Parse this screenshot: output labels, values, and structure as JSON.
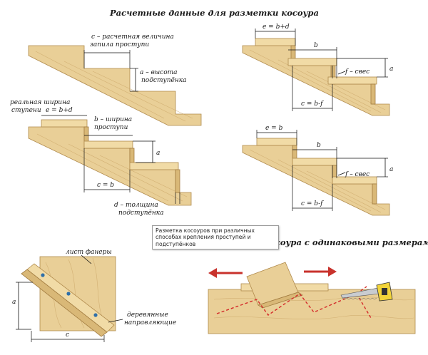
{
  "title_top": "Расчетные данные для разметки косоура",
  "title_bottom": "Разметка по шаблону косоура с одинаковыми размерами ступеней",
  "tooltip": "Разметка косоуров при различных способах крепления проступей и подступёнков",
  "fig1": {
    "c_label_1": "c – расчетная величина",
    "c_label_2": "запила проступи",
    "a_label_1": "a – высота",
    "a_label_2": "подступёнка"
  },
  "fig2": {
    "width_label_1": "реальная ширина",
    "width_label_2": "ступени",
    "e_formula": "e = b+d",
    "b_label_1": "b – ширина",
    "b_label_2": "проступи",
    "a": "a",
    "c_eq": "c = b",
    "d_label_1": "d – толщина",
    "d_label_2": "подступёнка"
  },
  "fig3": {
    "e_formula": "e = b+d",
    "b": "b",
    "a": "a",
    "f_label": "f – свес",
    "c_eq": "c = b-f"
  },
  "fig4": {
    "e_formula": "e = b",
    "b": "b",
    "a": "a",
    "f_label": "f – свес",
    "c_eq": "c = b-f"
  },
  "fig5": {
    "plywood_label": "лист фанеры",
    "guides_label_1": "деревянные",
    "guides_label_2": "направляющие",
    "a": "a",
    "c": "c"
  },
  "colors": {
    "wood": "#e9cf97",
    "marking": "#d42a2a",
    "arrow": "#c8322c"
  }
}
